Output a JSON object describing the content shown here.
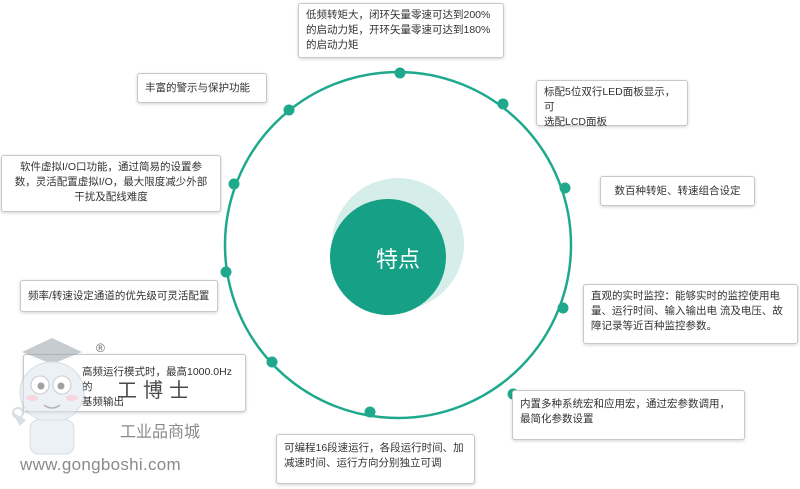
{
  "center": {
    "title": "特点"
  },
  "features": [
    {
      "id": "torque",
      "text": "低频转矩大，闭环矢量零速可达到200%\n的启动力矩，开环矢量零速可达到180%\n的启动力矩"
    },
    {
      "id": "panel",
      "text": "标配5位双行LED面板显示，可\n选配LCD面板"
    },
    {
      "id": "combo",
      "text": "数百种转矩、转速组合设定"
    },
    {
      "id": "monitor",
      "text": "直观的实时监控：能够实时的监控使用电\n量、运行时间、输入输出电 流及电压、故\n障记录等近百种监控参数。"
    },
    {
      "id": "macro",
      "text": "内置多种系统宏和应用宏，通过宏参数调用，\n最简化参数设置"
    },
    {
      "id": "speed16",
      "text": "可编程16段速运行，各段运行时间、加\n减速时间、运行方向分别独立可调"
    },
    {
      "id": "highfreq",
      "text": "高频运行模式时，最高1000.0Hz的\n基频输出"
    },
    {
      "id": "priority",
      "text": "频率/转速设定通道的优先级可灵活配置"
    },
    {
      "id": "virtualio",
      "text": "软件虚拟I/O口功能，通过简易的设置参\n数，灵活配置虚拟I/O，最大限度减少外部\n干扰及配线难度"
    },
    {
      "id": "alarm",
      "text": "丰富的警示与保护功能"
    }
  ],
  "watermark": {
    "brand": "工博士",
    "registered": "®",
    "subtitle": "工业品商城",
    "site": "www.gongboshi.com"
  },
  "colors": {
    "ring": "#1fa98c",
    "dot": "#1fa98c",
    "center_fill": "#16a085",
    "halo": "#d6eeea",
    "box_border": "#c8c8c8",
    "text": "#333333"
  }
}
